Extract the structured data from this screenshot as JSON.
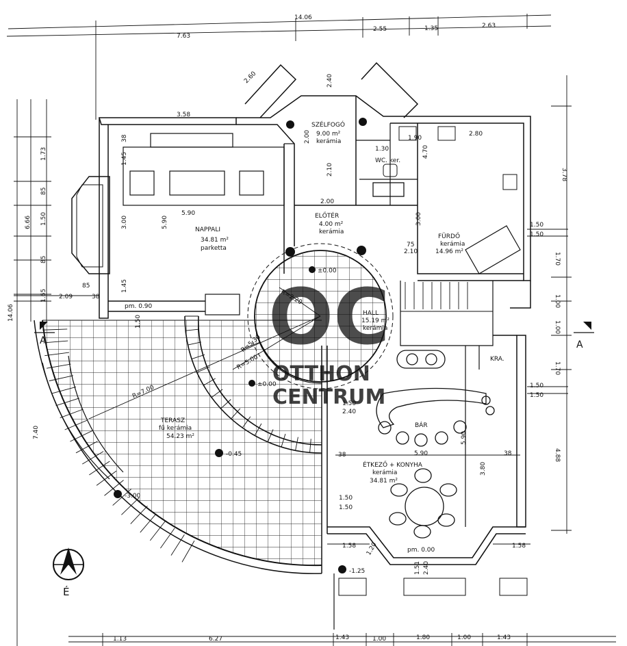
{
  "rooms": {
    "nappali": {
      "name": "NAPPALI",
      "area": "34.81 m²",
      "finish": "parketta"
    },
    "szelfogo": {
      "name": "SZÉLFOGÓ",
      "area": "9.00 m²",
      "finish": "kerámia"
    },
    "wc": {
      "name": "WC. ker."
    },
    "eloter": {
      "name": "ELŐTÉR",
      "area": "4.00 m²",
      "finish": "kerámia"
    },
    "furdo": {
      "name": "FÜRDŐ",
      "area": "14.96 m²",
      "finish": "kerámia"
    },
    "hall": {
      "name": "HALL",
      "area": "15.19 m²",
      "finish": "kerámia"
    },
    "kra": {
      "name": "KRA."
    },
    "bar": {
      "name": "BÁR"
    },
    "terasz": {
      "name": "TERASZ",
      "finish": "fű kerámia",
      "area": "54.23 m²"
    },
    "etkezo": {
      "name": "ÉTKEZŐ + KONYHA",
      "finish": "kerámia",
      "area": "34.81 m²"
    }
  },
  "levels": {
    "hall": "±0.00",
    "bar": "±0.00",
    "terasz": "-0.45",
    "outside_left": "-3.00",
    "outside_bottom": "-1.25",
    "bay": "pm. 0.00",
    "nappali_sill": "pm. 0.90"
  },
  "section_marks": {
    "left": "A",
    "right": "A"
  },
  "north": {
    "label": "É"
  },
  "dims_top": {
    "total": "14.06",
    "a": "7.63",
    "b": "2.55",
    "c": "1.35",
    "d": "2.63"
  },
  "dims_bottom": {
    "a": "1.13",
    "b": "6.27",
    "c": "1.43",
    "d": "1.00",
    "e": "1.80",
    "f": "1.00",
    "g": "1.43"
  },
  "dims_left": {
    "total": "14.06",
    "outer": "6.66",
    "a": "1.73",
    "b": "85",
    "c": "1.50",
    "d": "85",
    "e": "1.65",
    "f": "7.40"
  },
  "dims_right": {
    "a": "3.78",
    "b": "1.70",
    "c": "1.00",
    "d": "1.00",
    "e": "1.70",
    "f": "4.88"
  },
  "dims_inner": {
    "nappali_w": "5.90",
    "nappali_h": "3.00",
    "nappali_h2": "5.90",
    "nappali_top": "3.58",
    "d_209": "2.09",
    "d_38": "38",
    "d_85": "85",
    "d_145": "1.45",
    "d_145b": "1.45",
    "d_150": "1.50",
    "d_38b": "38",
    "eloter_w": "2.00",
    "eloter_w2": "2.00",
    "d_240": "2.40",
    "d_210": "2.10",
    "wc_130": "1.30",
    "wc_190": "1.90",
    "furdo_280": "2.80",
    "furdo_470": "4.70",
    "d_300": "3.00",
    "d_75": "75",
    "d_210b": "2.10",
    "d_150r": "1.50",
    "d_150r2": "1.50",
    "r220": "R=2.20",
    "r700": "R=7.00",
    "r500": "R=5.00",
    "r530": "R=5.30",
    "etk_590": "5.90",
    "etk_590v": "5.90",
    "etk_380": "3.80",
    "d_38c": "38",
    "d_38d": "38",
    "d_158a": "1.58",
    "d_158b": "1.58",
    "d_150e": "1.50",
    "d_150f": "1.50",
    "d_240b": "2.40",
    "d_150g": "1.50",
    "d_120": "1.20",
    "d_151": "1.51",
    "d_240c": "2.40",
    "d_260": "2.60",
    "d_150h": "1.50",
    "d_150i": "1.50"
  },
  "watermark": {
    "mark": "OC",
    "line1": "OTTHON",
    "line2": "CENTRUM"
  }
}
